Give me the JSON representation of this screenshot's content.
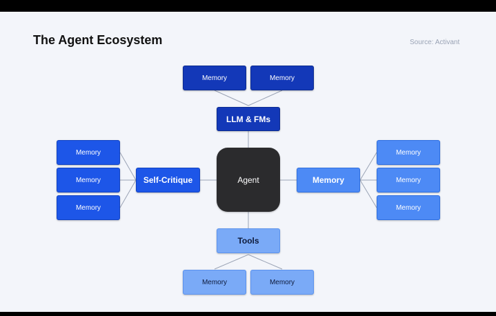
{
  "header": {
    "title": "The Agent Ecosystem",
    "source": "Source: Activant"
  },
  "diagram": {
    "center": "Agent",
    "top": {
      "label": "LLM & FMs",
      "children": [
        "Memory",
        "Memory"
      ]
    },
    "left": {
      "label": "Self-Critique",
      "children": [
        "Memory",
        "Memory",
        "Memory"
      ]
    },
    "right": {
      "label": "Memory",
      "children": [
        "Memory",
        "Memory",
        "Memory"
      ]
    },
    "bottom": {
      "label": "Tools",
      "children": [
        "Memory",
        "Memory"
      ]
    }
  },
  "colors": {
    "navy": "#1338b8",
    "blue": "#1d56e8",
    "mid": "#4d8af5",
    "light": "#7aaaf7",
    "agent": "#2b2b2d"
  }
}
